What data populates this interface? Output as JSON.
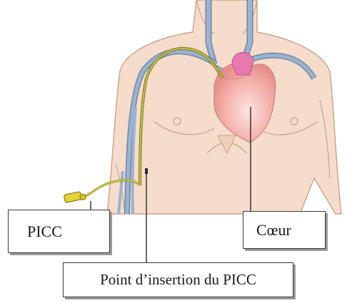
{
  "labels": {
    "picc": "PICC",
    "coeur": "Cœur",
    "insertion_point": "Point d’insertion du PICC"
  },
  "colors": {
    "skin": "#f6dccb",
    "skin_outline": "#c9a08a",
    "vein": "#9bb3d1",
    "vein_outline": "#6f86a6",
    "heart": "#f2a3a0",
    "heart_highlight": "#e879b0",
    "catheter": "#b6b13a",
    "connector": "#e6d33a",
    "line": "#2a2a2a"
  }
}
